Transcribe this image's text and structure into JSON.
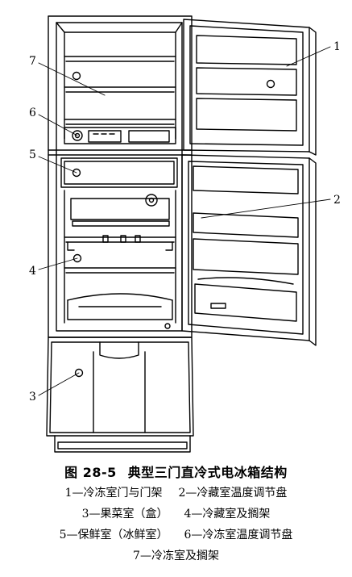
{
  "figure": {
    "number": "图 28-5",
    "title": "典型三门直冷式电冰箱结构",
    "callouts": [
      "1",
      "2",
      "3",
      "4",
      "5",
      "6",
      "7"
    ],
    "legend_lines": [
      [
        "1—冷冻室门与门架",
        "2—冷藏室温度调节盘"
      ],
      [
        "3—果菜室（盒）",
        "4—冷藏室及搁架"
      ],
      [
        "5—保鲜室（冰鲜室）",
        "6—冷冻室温度调节盘"
      ],
      [
        "7—冷冻室及搁架"
      ]
    ]
  }
}
